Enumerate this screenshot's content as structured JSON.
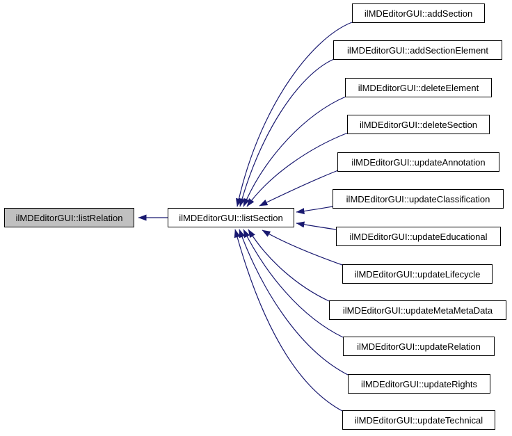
{
  "graph": {
    "type": "caller-graph",
    "focus": {
      "label": "ilMDEditorGUI::listRelation"
    },
    "center": {
      "label": "ilMDEditorGUI::listSection"
    },
    "callers": [
      {
        "label": "ilMDEditorGUI::addSection"
      },
      {
        "label": "ilMDEditorGUI::addSectionElement"
      },
      {
        "label": "ilMDEditorGUI::deleteElement"
      },
      {
        "label": "ilMDEditorGUI::deleteSection"
      },
      {
        "label": "ilMDEditorGUI::updateAnnotation"
      },
      {
        "label": "ilMDEditorGUI::updateClassification"
      },
      {
        "label": "ilMDEditorGUI::updateEducational"
      },
      {
        "label": "ilMDEditorGUI::updateLifecycle"
      },
      {
        "label": "ilMDEditorGUI::updateMetaMetaData"
      },
      {
        "label": "ilMDEditorGUI::updateRelation"
      },
      {
        "label": "ilMDEditorGUI::updateRights"
      },
      {
        "label": "ilMDEditorGUI::updateTechnical"
      }
    ],
    "edges": [
      {
        "from": "ilMDEditorGUI::listSection",
        "to": "ilMDEditorGUI::listRelation"
      },
      {
        "from": "ilMDEditorGUI::addSection",
        "to": "ilMDEditorGUI::listSection"
      },
      {
        "from": "ilMDEditorGUI::addSectionElement",
        "to": "ilMDEditorGUI::listSection"
      },
      {
        "from": "ilMDEditorGUI::deleteElement",
        "to": "ilMDEditorGUI::listSection"
      },
      {
        "from": "ilMDEditorGUI::deleteSection",
        "to": "ilMDEditorGUI::listSection"
      },
      {
        "from": "ilMDEditorGUI::updateAnnotation",
        "to": "ilMDEditorGUI::listSection"
      },
      {
        "from": "ilMDEditorGUI::updateClassification",
        "to": "ilMDEditorGUI::listSection"
      },
      {
        "from": "ilMDEditorGUI::updateEducational",
        "to": "ilMDEditorGUI::listSection"
      },
      {
        "from": "ilMDEditorGUI::updateLifecycle",
        "to": "ilMDEditorGUI::listSection"
      },
      {
        "from": "ilMDEditorGUI::updateMetaMetaData",
        "to": "ilMDEditorGUI::listSection"
      },
      {
        "from": "ilMDEditorGUI::updateRelation",
        "to": "ilMDEditorGUI::listSection"
      },
      {
        "from": "ilMDEditorGUI::updateRights",
        "to": "ilMDEditorGUI::listSection"
      },
      {
        "from": "ilMDEditorGUI::updateTechnical",
        "to": "ilMDEditorGUI::listSection"
      }
    ],
    "colors": {
      "edge": "#191970",
      "node_border": "#000000",
      "node_fill": "#ffffff",
      "focus_fill": "#c0c0c0",
      "text": "#000000",
      "background": "#ffffff"
    }
  }
}
